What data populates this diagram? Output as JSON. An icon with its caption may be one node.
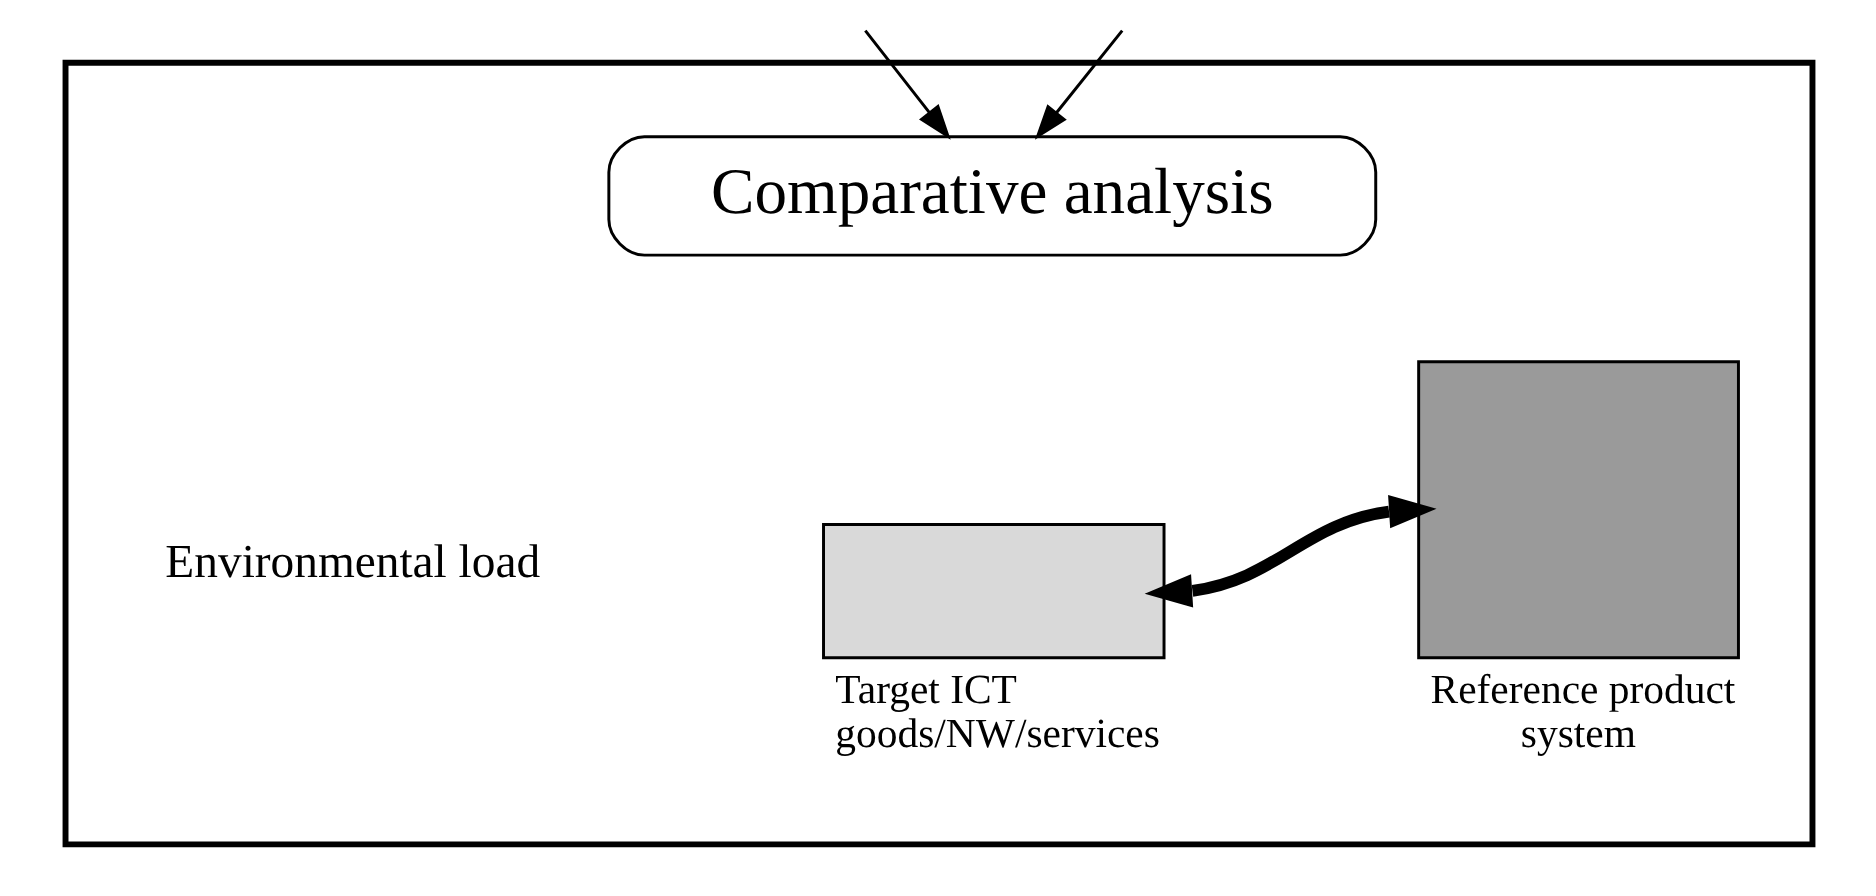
{
  "diagram": {
    "nodes": [
      {
        "text": [],
        "shape": "box"
      },
      {
        "text": [
          "Comparative analysis"
        ],
        "in": 0
      },
      {
        "text": [],
        "shape": "bar",
        "in": 0,
        "beside": [
          "Target ICT goods/NW/services"
        ]
      },
      {
        "text": [],
        "shape": "bar",
        "in": 0,
        "beside": [
          "Reference product system"
        ]
      }
    ],
    "edges": [
      {
        "from": null,
        "to": 1,
        "arrow": "to"
      },
      {
        "from": null,
        "to": 1,
        "arrow": "to"
      },
      {
        "from": 2,
        "to": 3,
        "arrow": "both",
        "style": "thick"
      }
    ],
    "labels": [
      "Environmental load"
    ]
  }
}
